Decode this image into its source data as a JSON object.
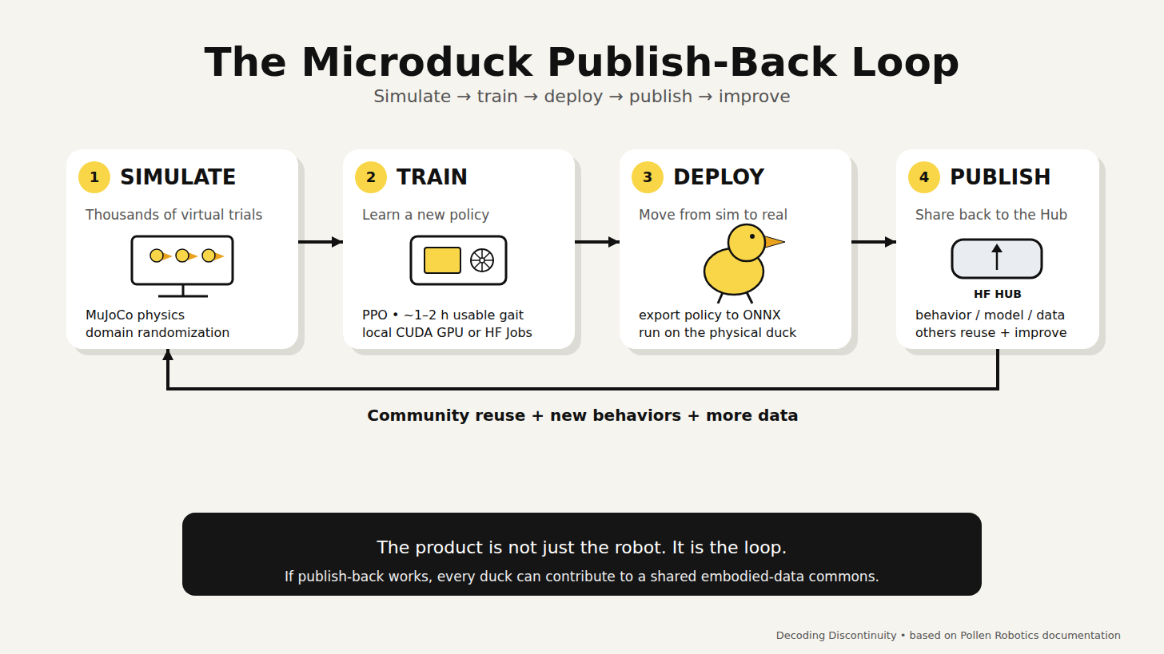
{
  "diagram": {
    "title": "The Microduck Publish-Back Loop",
    "nodes": [
      {
        "text": [
          "SIMULATE",
          "Thousands of virtual trials",
          "MuJoCo physics",
          "domain randomization"
        ]
      },
      {
        "text": [
          "1"
        ],
        "in": 0
      },
      {
        "text": [
          "TRAIN",
          "Learn a new policy",
          "PPO • ~1–2 h usable gait",
          "local CUDA GPU or HF Jobs"
        ]
      },
      {
        "text": [
          "2"
        ],
        "in": 2
      },
      {
        "text": [
          "DEPLOY",
          "Move from sim to real",
          "export policy to ONNX",
          "run on the physical duck"
        ]
      },
      {
        "text": [
          "3"
        ],
        "in": 4
      },
      {
        "text": [
          "PUBLISH",
          "Share back to the Hub",
          "HF HUB",
          "behavior / model / data",
          "others reuse + improve"
        ]
      },
      {
        "text": [
          "4"
        ],
        "in": 6
      },
      {
        "text": [
          "The product is not just the robot. It is the loop.",
          "If publish-back works, every duck can contribute to a shared embodied-data commons."
        ]
      }
    ],
    "edges": [
      {
        "from": 0,
        "to": 2,
        "arrow": "to"
      },
      {
        "from": 2,
        "to": 4,
        "arrow": "to"
      },
      {
        "from": 4,
        "to": 6,
        "arrow": "to"
      },
      {
        "from": 6,
        "to": 0,
        "label": "Community reuse + new behaviors + more data",
        "arrow": "to"
      }
    ],
    "labels": [
      "Simulate → train → deploy → publish → improve",
      "Decoding Discontinuity • based on Pollen Robotics documentation"
    ]
  }
}
